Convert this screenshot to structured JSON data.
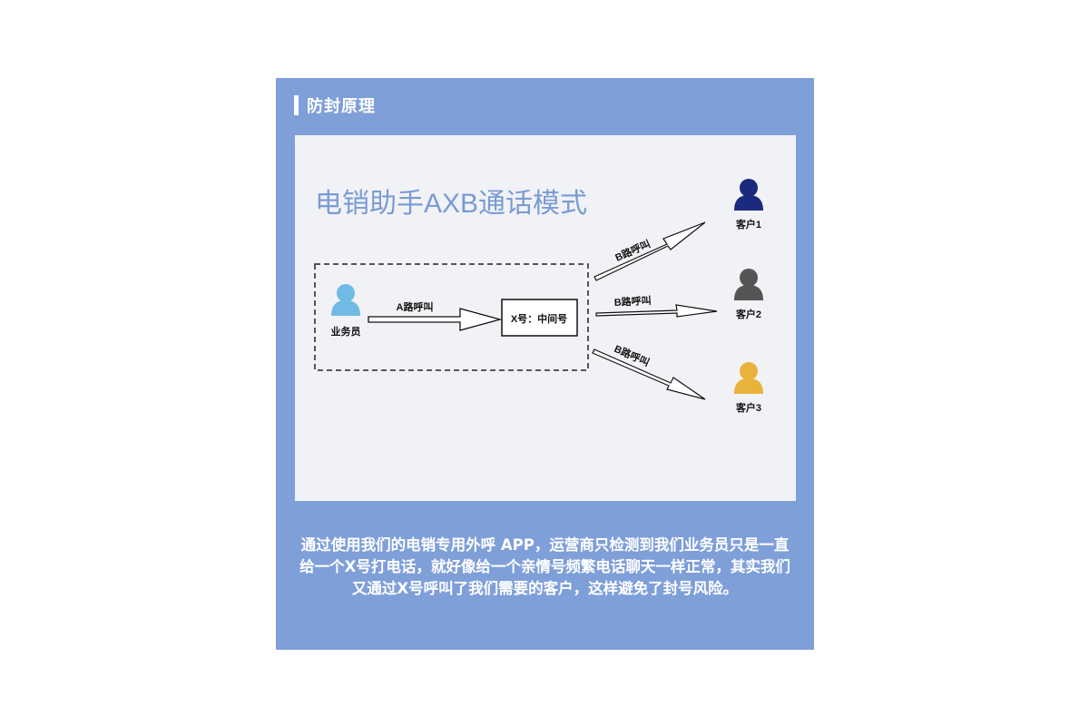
{
  "section": {
    "title": "防封原理"
  },
  "diagram": {
    "title": "电销助手AXB通话模式",
    "salesperson_label": "业务员",
    "a_call_label": "A路呼叫",
    "middle_box_label": "X号：中间号",
    "b_call_label": "B路呼叫",
    "customers": [
      {
        "label": "客户1",
        "color": "#1b2a7c"
      },
      {
        "label": "客户2",
        "color": "#555555"
      },
      {
        "label": "客户3",
        "color": "#e9b23a"
      }
    ],
    "salesperson_color": "#6fbbe3",
    "title_color": "#7a9bd3"
  },
  "caption": {
    "before_highlight": "通过使用我们的电销专用",
    "highlight": "外呼 APP",
    "after_highlight": "，运营商只检测到我们业务员只是一直给一个X号打电话，就好像给一个亲情号频繁电话聊天一样正常，其实我们又通过X号呼叫了我们需要的客户，这样避免了封号风险。"
  },
  "colors": {
    "card_background": "#7f9fd9",
    "panel_background": "#f1f2f6"
  }
}
